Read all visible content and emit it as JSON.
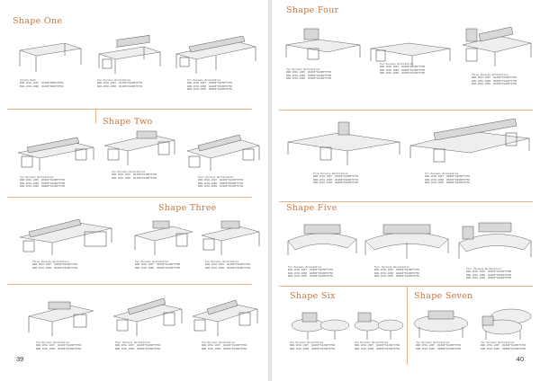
{
  "left_page": {
    "page_number": "39",
    "shape_one": {
      "title": "Shape One",
      "items": [
        {
          "title": "Single Desk",
          "lines": [
            "WSB-1P16-1007  W1200*D600*H750",
            "WSB-1P16-1008  W1400*D600*H750"
          ]
        },
        {
          "title": "Two Persons Workstation",
          "lines": [
            "WSB-1P16-1007  W1200*D1200*H750",
            "WSB-1P16-1008  W1400*D1200*H750"
          ]
        },
        {
          "title": "Six Persons Workstation",
          "lines": [
            "WSB-1P16-1007  W3600*D1200*H750",
            "WSB-1P16-1008  W4200*D1200*H750",
            "WSB-1P16-1009  W4800*D1200*H750"
          ]
        }
      ]
    },
    "shape_two": {
      "title": "Shape Two",
      "items": [
        {
          "title": "Six Persons Workstation",
          "lines": [
            "WSB-1P16-1007  W3600*D1200*H750",
            "WSB-1P16-1008  W4200*D1200*H750",
            "WSB-1P16-1009  W4800*D1200*H750"
          ]
        },
        {
          "title": "Two Persons Workstation",
          "lines": [
            "WSB-1P16-1007  W1200*D1200*H750",
            "WSB-1P16-1008  W1400*D1200*H750"
          ]
        },
        {
          "title": "Four Persons Workstation",
          "lines": [
            "WSB-1P16-1007  W2400*D1200*H750",
            "WSB-1P16-1008  W2800*D1200*H750",
            "WSB-1P16-1009  W3200*D1200*H750"
          ]
        }
      ]
    },
    "shape_three": {
      "title": "Shape Three",
      "items": [
        {
          "title": "Three Persons Workstation",
          "lines": [
            "WSB-1P16-1007  W3600*D1600*H750",
            "WSB-1P16-1008  W4200*D1600*H750"
          ]
        },
        {
          "title": "Two Persons Workstation",
          "lines": [
            "WSB-1P16-1007  W1400*D1400*H750",
            "WSB-1P16-1008  W1600*D1400*H750"
          ]
        },
        {
          "title": "Two Persons Workstation",
          "lines": [
            "WSB-1P16-1007  W1400*D1600*H750",
            "WSB-1P16-1008  W1600*D1600*H750"
          ]
        }
      ]
    },
    "bottom_row": {
      "items": [
        {
          "title": "Two Persons Workstation",
          "lines": [
            "WSB-1P16-1007  W1200*D1200*H750",
            "WSB-1P16-1008  W1400*D1200*H750"
          ]
        },
        {
          "title": "Four Persons Workstation",
          "lines": [
            "WSB-1P16-1007  W2400*D1200*H750",
            "WSB-1P16-1008  W2800*D1200*H750"
          ]
        },
        {
          "title": "Two Persons Workstation",
          "lines": [
            "WSB-1P16-1007  W1400*D1400*H750",
            "WSB-1P16-1008  W1600*D1400*H750"
          ]
        }
      ]
    }
  },
  "right_page": {
    "page_number": "40",
    "shape_four": {
      "title": "Shape Four",
      "items": [
        {
          "title": "Two Persons Workstation",
          "lines": [
            "WSB-1P16-1007  W2400*D1200*H750",
            "WSB-1P16-1008  W2800*D1200*H750",
            "WSB-1P16-1009  W3200*D1200*H750"
          ]
        },
        {
          "title": "Two Persons Workstation",
          "lines": [
            "WSB-1P16-1007  W2400*D1200*H750",
            "WSB-1P16-1008  W2800*D1200*H750",
            "WSB-1P16-1009  W3200*D1200*H750"
          ]
        },
        {
          "title": "Three Persons Workstation",
          "lines": [
            "WSB-1P16-1007  W2400*D1400*H750",
            "WSB-1P16-1008  W2800*D1400*H750",
            "WSB-1P16-1009  W3200*D1400*H750"
          ]
        },
        {
          "title": "Five Persons Workstation",
          "lines": [
            "WSB-1P16-1007  W3600*D2400*H750",
            "WSB-1P16-1008  W4200*D2400*H750",
            "WSB-1P16-1009  W4800*D2400*H750"
          ]
        },
        {
          "title": "Six Persons Workstation",
          "lines": [
            "WSB-1P16-1007  W4800*D2400*H750",
            "WSB-1P16-1008  W5400*D2400*H750",
            "WSB-1P16-1009  W6000*D2400*H750"
          ]
        }
      ]
    },
    "shape_five": {
      "title": "Shape Five",
      "items": [
        {
          "title": "Two Persons Workstation",
          "lines": [
            "WSB-1P16-1007  W2400*D1200*H750",
            "WSB-1P16-1008  W2800*D1200*H750",
            "WSB-1P16-1009  W3200*D1200*H750"
          ]
        },
        {
          "title": "Four Persons Workstation",
          "lines": [
            "WSB-1P16-1007  W3600*D1200*H750",
            "WSB-1P16-1008  W4200*D1200*H750",
            "WSB-1P16-1009  W4800*D1200*H750"
          ]
        },
        {
          "title": "Four Persons Workstation",
          "lines": [
            "WSB-1P16-1007  W3600*D1600*H750",
            "WSB-1P16-1008  W4200*D1600*H750",
            "WSB-1P16-1009  W4800*D1600*H750"
          ]
        }
      ]
    },
    "shape_six": {
      "title": "Shape Six",
      "items": [
        {
          "title": "Two Persons Workstation",
          "lines": [
            "WSB-1P16-1007  W2400*D1200*H750",
            "WSB-1P16-1008  W2800*D1200*H750"
          ]
        },
        {
          "title": "Two Persons Workstation",
          "lines": [
            "WSB-1P16-1007  W2400*D1200*H750",
            "WSB-1P16-1008  W2800*D1200*H750"
          ]
        }
      ]
    },
    "shape_seven": {
      "title": "Shape Seven",
      "items": [
        {
          "title": "Two Persons Workstation",
          "lines": [
            "WSB-1P16-1007  W2400*D1200*H750",
            "WSB-1P16-1008  W2800*D1200*H750"
          ]
        },
        {
          "title": "Two Persons Workstation",
          "lines": [
            "WSB-1P16-1007  W2400*D1200*H750",
            "WSB-1P16-1008  W2800*D1200*H750"
          ]
        }
      ]
    }
  }
}
